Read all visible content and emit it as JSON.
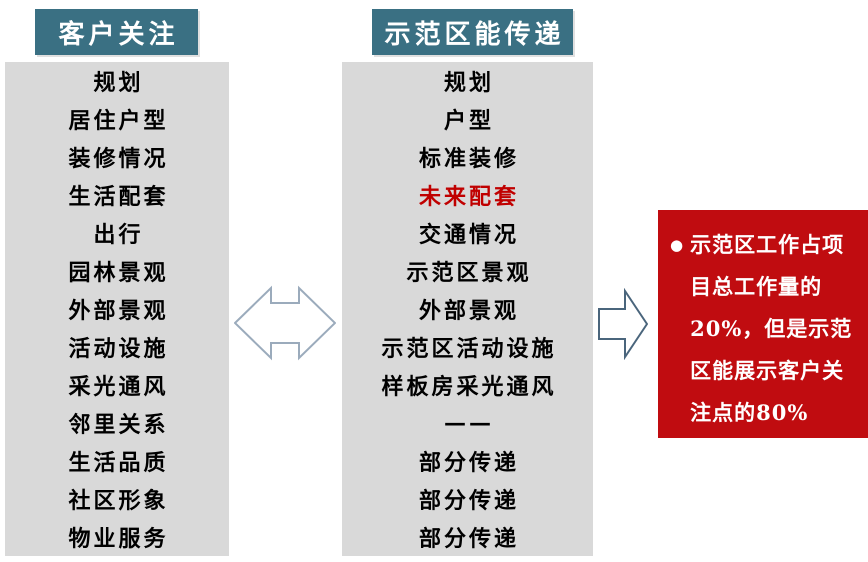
{
  "left_panel": {
    "header": "客户关注",
    "items": [
      "规划",
      "居住户型",
      "装修情况",
      "生活配套",
      "出行",
      "园林景观",
      "外部景观",
      "活动设施",
      "采光通风",
      "邻里关系",
      "生活品质",
      "社区形象",
      "物业服务"
    ]
  },
  "middle_panel": {
    "header": "示范区能传递",
    "items": [
      "规划",
      "户型",
      "标准装修",
      "未来配套",
      "交通情况",
      "示范区景观",
      "外部景观",
      "示范区活动设施",
      "样板房采光通风",
      "——",
      "部分传递",
      "部分传递",
      "部分传递"
    ],
    "highlighted_item": "未来配套"
  },
  "callout": {
    "bullet": "●",
    "text": "示范区工作占项目总工作量的20%，但是示范区能展示客户关注点的80%"
  },
  "icons": {
    "left_right_arrow": "double-headed-arrow-icon",
    "right_arrow": "right-arrow-icon"
  },
  "colors": {
    "header_bg": "#3A7083",
    "header_text": "#FFFFFF",
    "panel_bg": "#D9D9D9",
    "item_text": "#000000",
    "highlight_text": "#C00000",
    "callout_bg": "#C00C10",
    "callout_text": "#FFFFFF",
    "double_arrow_border": "#9BABBC",
    "right_arrow_border": "#4A657C"
  }
}
